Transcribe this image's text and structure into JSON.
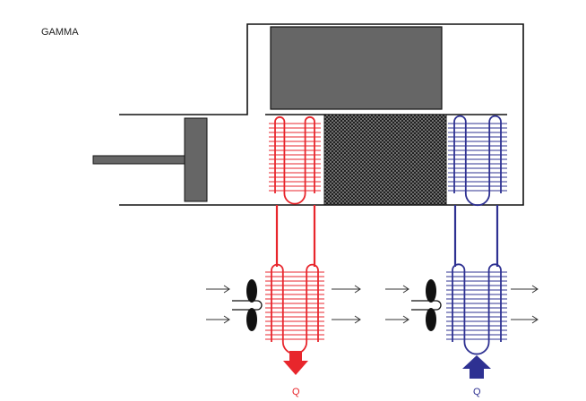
{
  "title": "GAMMA",
  "heat_label_hot": "Q",
  "heat_label_cold": "Q",
  "colors": {
    "hot": "#e8262c",
    "cold": "#2e3192",
    "piston": "#666666",
    "outline": "#111111"
  },
  "icons": {
    "hot_heat_arrow": "arrow-down-icon",
    "cold_heat_arrow": "arrow-up-icon",
    "fan": "fan-icon",
    "airflow": "arrow-right-icon"
  }
}
